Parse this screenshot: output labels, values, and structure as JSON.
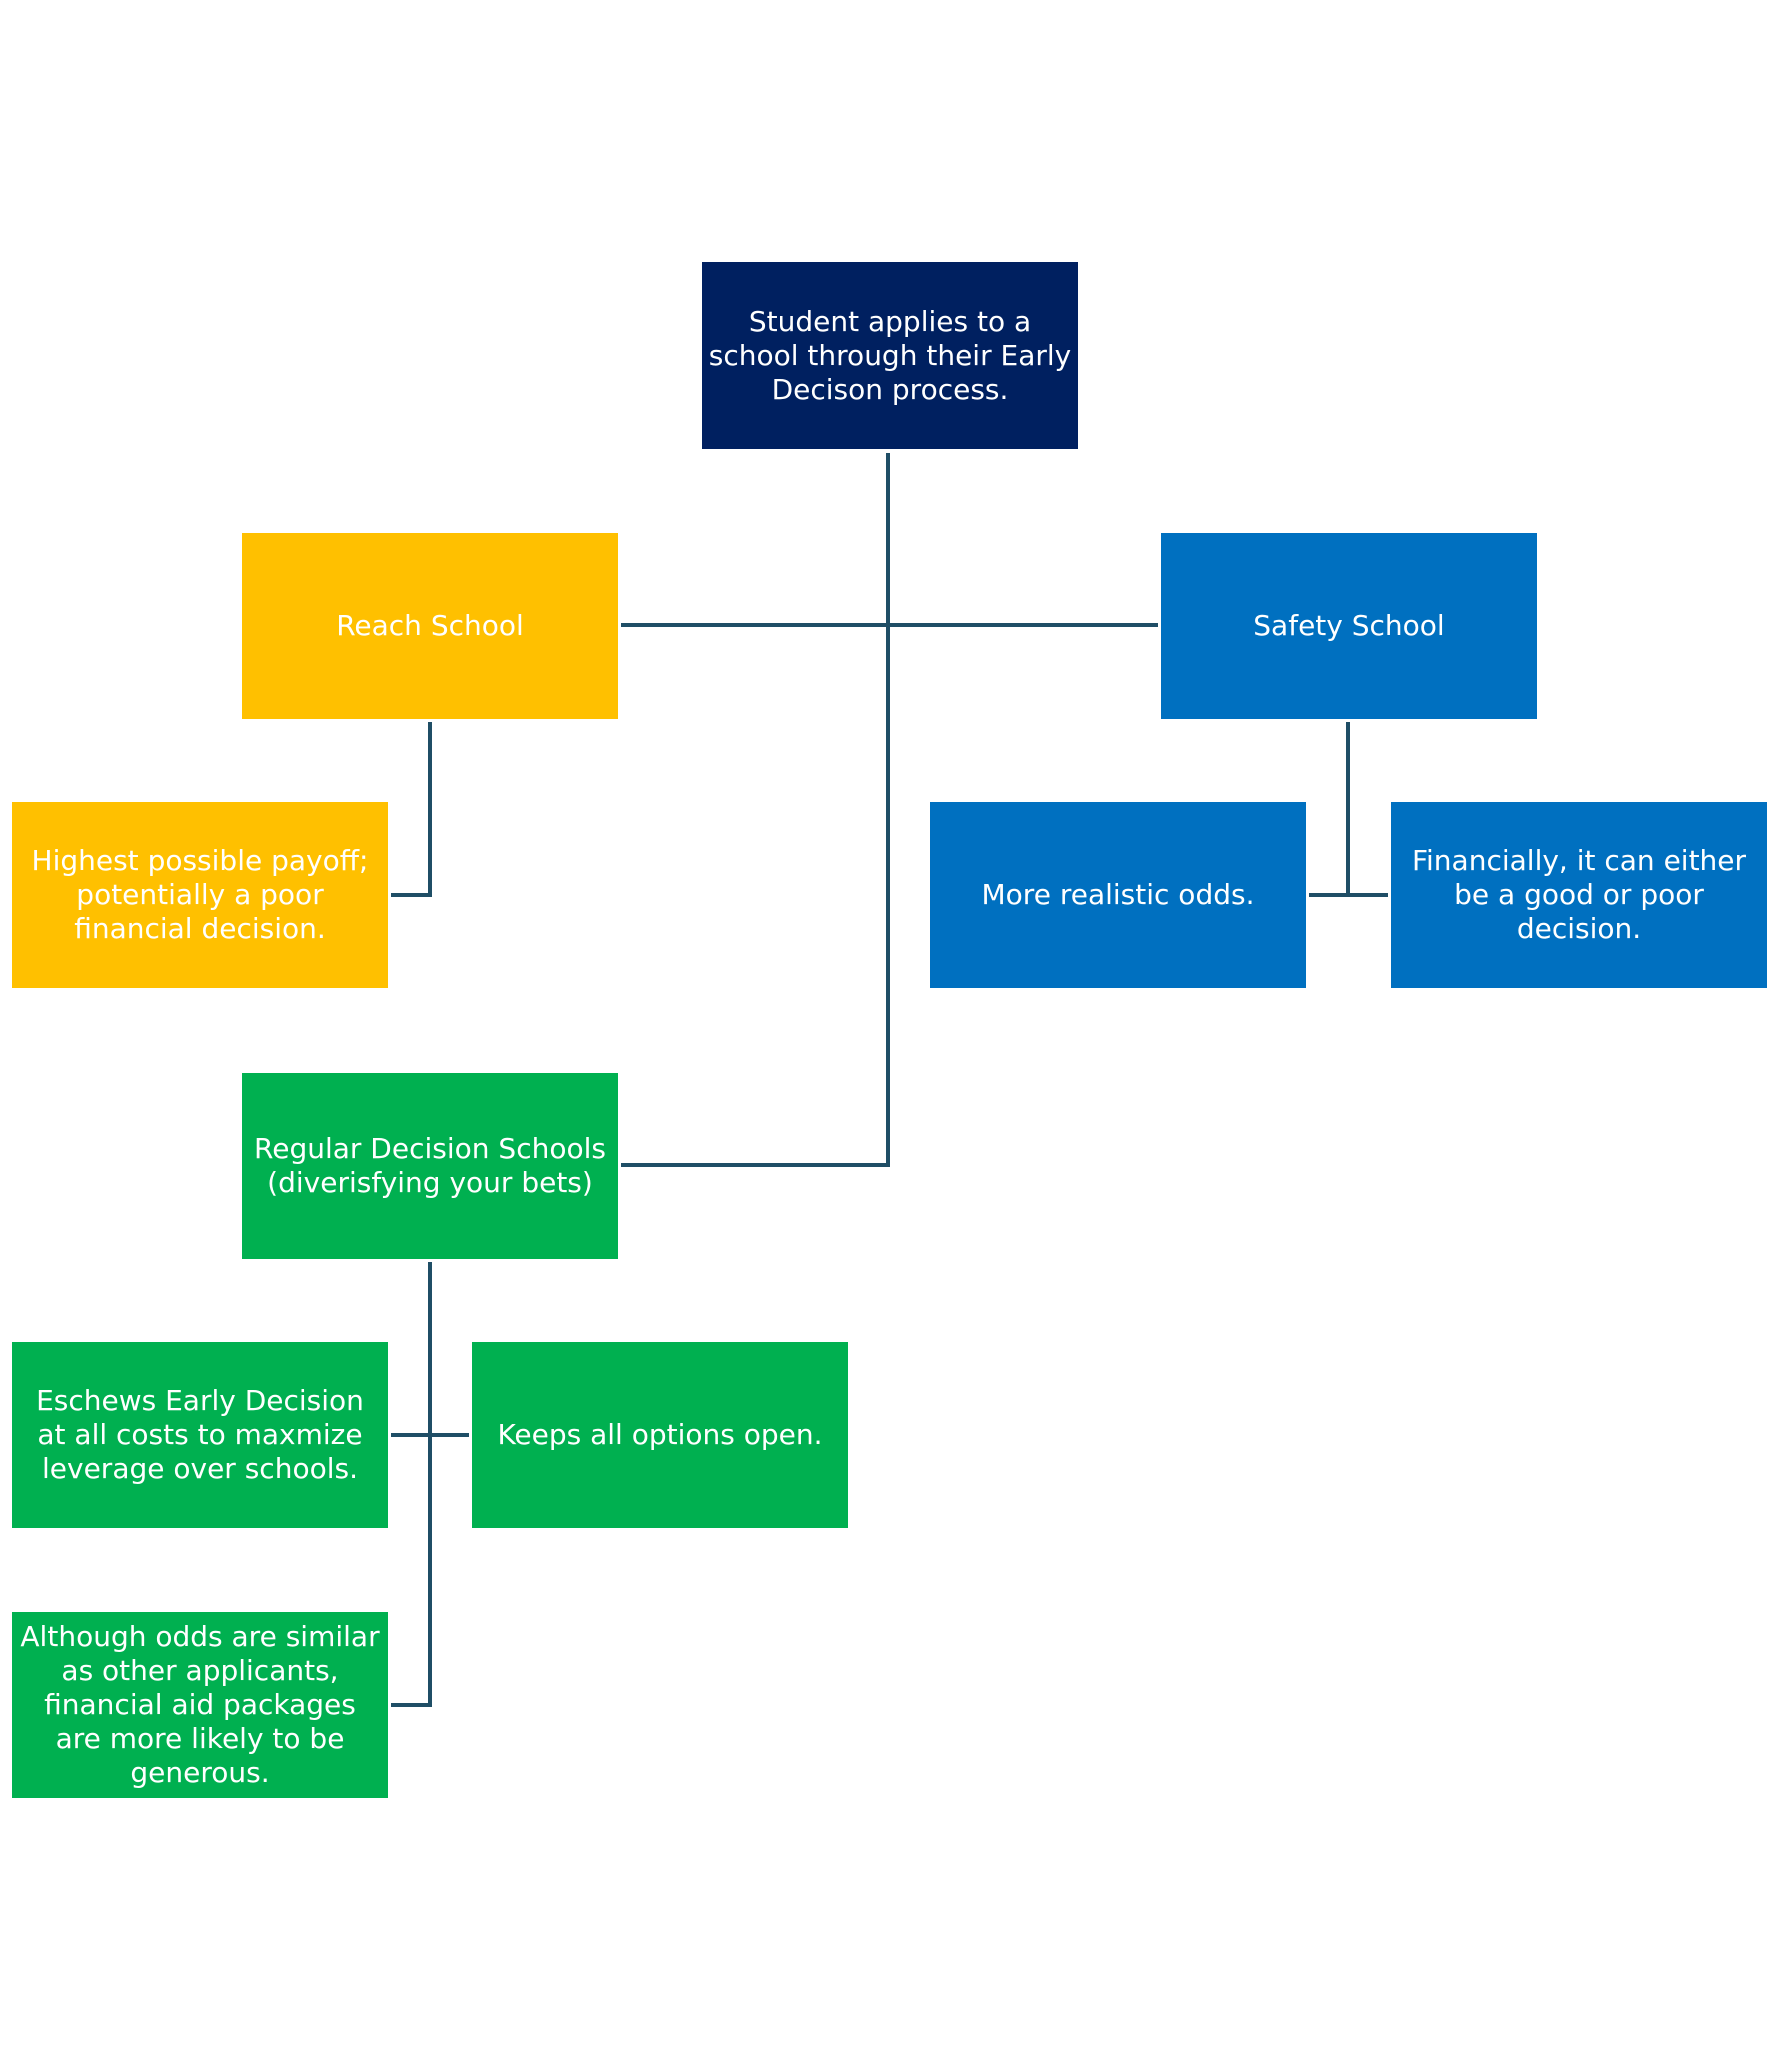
{
  "colors": {
    "root": "#002060",
    "reach": "#ffc000",
    "safety": "#0070c0",
    "regular": "#00b050",
    "connector": "#1f4e66"
  },
  "nodes": {
    "root": "Student applies to a school through their Early Decison process.",
    "reach": "Reach School",
    "reach_detail": "Highest possible payoff; potentially a poor financial decision.",
    "safety": "Safety School",
    "safety_odds": "More realistic odds.",
    "safety_financial": "Financially, it can either be a good or poor decision.",
    "regular": "Regular Decision Schools (diverisfying your bets)",
    "regular_eschews": "Eschews Early Decision at all costs to maxmize leverage over schools.",
    "regular_options": "Keeps all options open.",
    "regular_aid": "Although odds are similar as other applicants, financial aid packages are more likely to be generous."
  }
}
